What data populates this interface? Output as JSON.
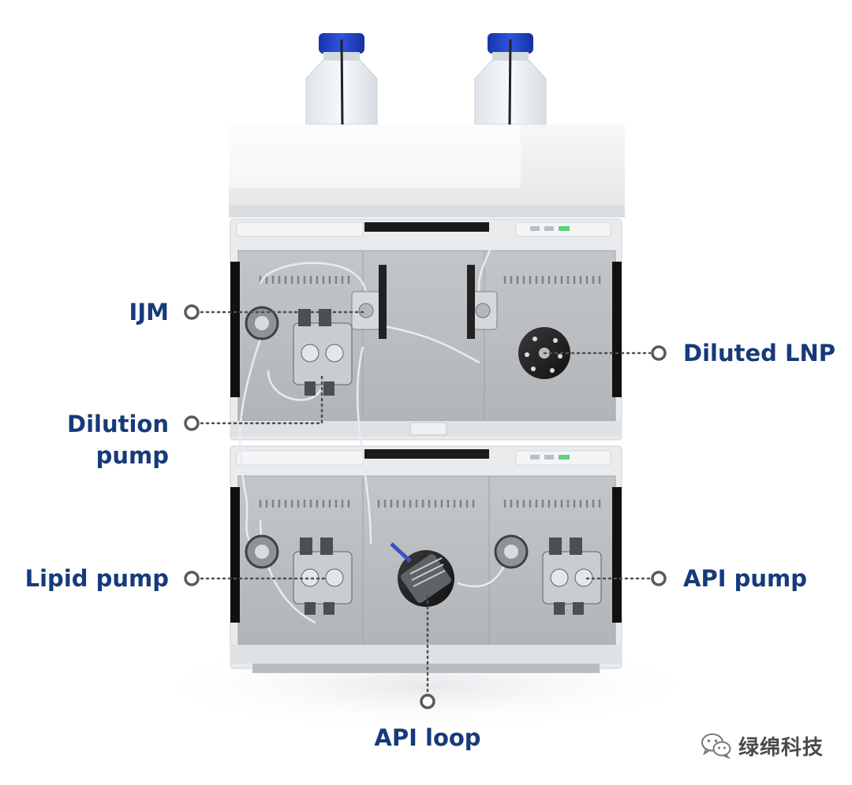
{
  "labels": {
    "ijm": "IJM",
    "dilution_pump_line1": "Dilution",
    "dilution_pump_line2": "pump",
    "lipid_pump": "Lipid pump",
    "diluted_lnp": "Diluted LNP",
    "api_pump": "API pump",
    "api_loop": "API loop"
  },
  "watermark": {
    "text": "绿绵科技",
    "icon": "wechat-icon"
  },
  "colors": {
    "label": "#163a7a",
    "bottle_cap": "#1e3fc0",
    "cabinet": "#b4b8bc",
    "frame": "#e9ebed",
    "leader": "#555555"
  }
}
